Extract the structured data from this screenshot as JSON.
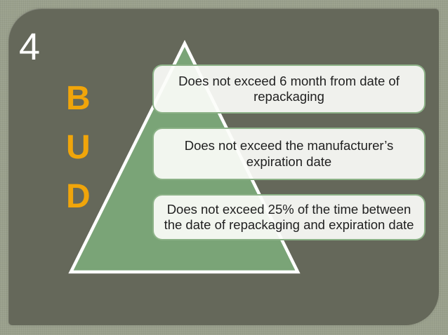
{
  "slide": {
    "number": "4",
    "background_color": "#9AA08C",
    "panel_color": "#65685A"
  },
  "acronym": {
    "letters": [
      "B",
      "U",
      "D"
    ],
    "color": "#F0A50A"
  },
  "pyramid": {
    "fill_color": "#7AA477",
    "outline_color": "#FFFFFF",
    "levels": [
      {
        "label": "Does not exceed 6 month from date of repackaging",
        "lines": [
          "Does not exceed 6 month from date of",
          "repackaging"
        ]
      },
      {
        "label": "Does not exceed the manufacturer’s expiration date",
        "lines": [
          "Does not exceed the manufacturer’s",
          "expiration date"
        ]
      },
      {
        "label": "Does not exceed 25% of the time between the date of repackaging and expiration date",
        "lines": [
          "Does not exceed 25% of the time between",
          "the date of repackaging and expiration date"
        ]
      }
    ],
    "box_fill_color": "#F0F2EC",
    "box_border_color": "#8CB287",
    "box_text_color": "#1F1F1F"
  }
}
